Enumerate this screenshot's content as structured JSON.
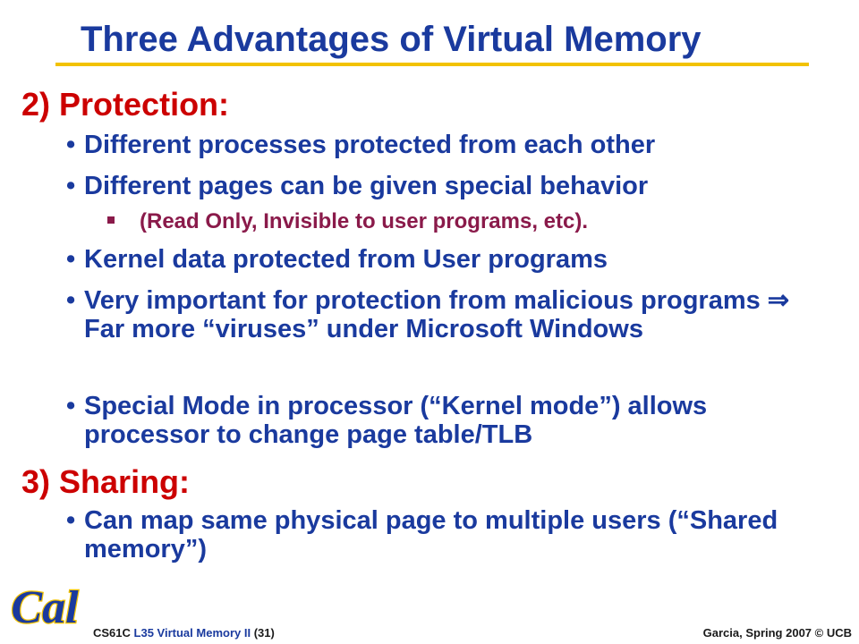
{
  "slide": {
    "title": "Three Advantages of Virtual Memory",
    "section2": {
      "number": "2)",
      "heading": "Protection:"
    },
    "bullets2": [
      "Different processes protected from each other",
      "Different pages can be given special behavior",
      "Kernel data protected from User programs",
      "Very important for protection from malicious programs ⇒ Far more “viruses” under Microsoft Windows",
      "Special Mode in processor (“Kernel mode”) allows processor to change page table/TLB"
    ],
    "subbullet": "(Read Only, Invisible to user programs, etc).",
    "section3": {
      "number": "3)",
      "heading": "Sharing:"
    },
    "bullets3": [
      "Can map same physical page to multiple users (“Shared memory”)"
    ]
  },
  "footer": {
    "course": "CS61C",
    "lecture": "L35 Virtual Memory II",
    "slide_number": "(31)",
    "credit": "Garcia, Spring 2007 © UCB"
  },
  "logo": {
    "text": "Cal",
    "color": "#1a3a9e",
    "outline": "#f2c200"
  },
  "colors": {
    "title": "#1a3a9e",
    "heading": "#cc0000",
    "body": "#1a3a9e",
    "sub": "#8a1a4a",
    "rule": "#f2c200"
  }
}
